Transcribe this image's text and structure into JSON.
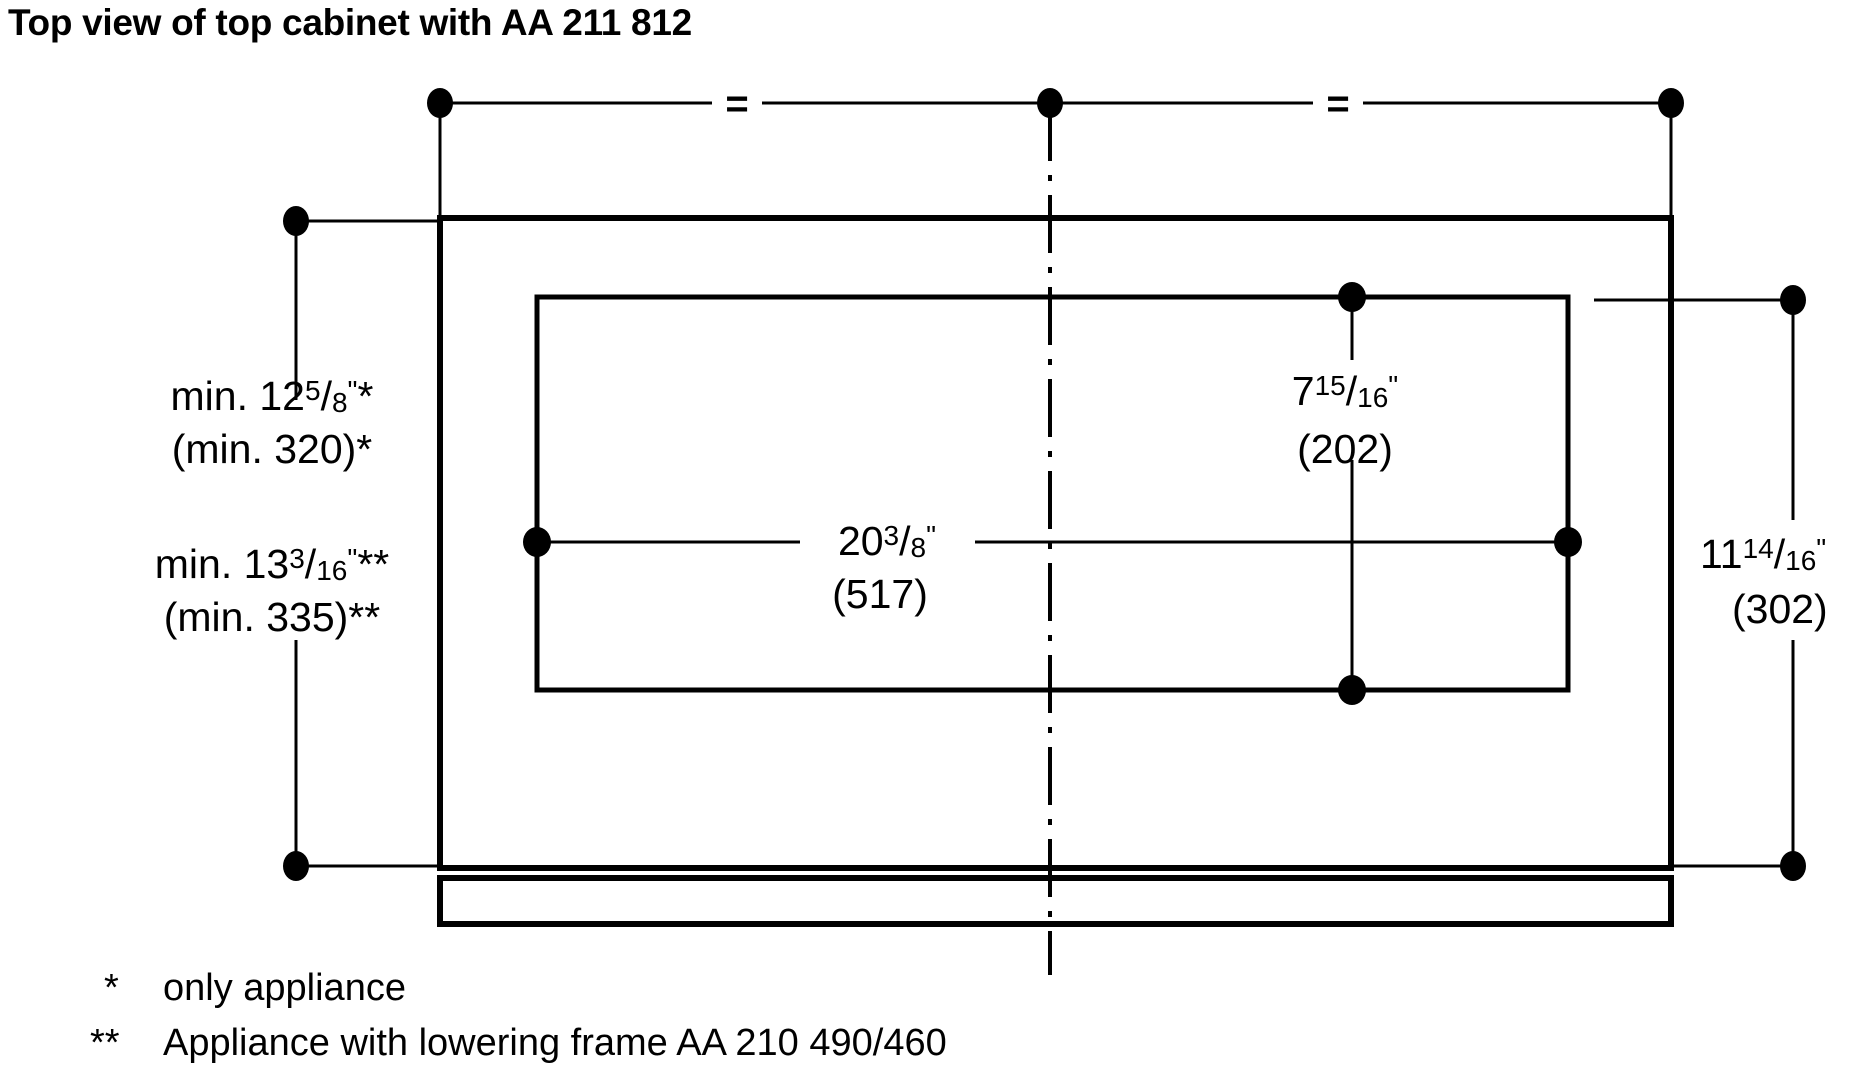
{
  "title": "Top view of top cabinet with AA 211 812",
  "drawing": {
    "type": "technical-dimension-drawing",
    "description": "Top view of top cabinet with cutout, centre line and dimension callouts",
    "equal_marks": [
      "=",
      "="
    ],
    "dimensions": {
      "left_upper": {
        "line1": {
          "prefix": "min. 12",
          "numerator": "5",
          "denominator": "8",
          "unit": "\"",
          "footnote_marker": "*"
        },
        "line2": "(min. 320)*"
      },
      "left_lower": {
        "line1": {
          "prefix": "min. 13",
          "numerator": "3",
          "denominator": "16",
          "unit": "\"",
          "footnote_marker": "**"
        },
        "line2": "(min. 335)**"
      },
      "center_width": {
        "line1": {
          "prefix": "20",
          "numerator": "3",
          "denominator": "8",
          "unit": "\"",
          "footnote_marker": ""
        },
        "line2": "(517)"
      },
      "inner_right": {
        "line1": {
          "prefix": "7",
          "numerator": "15",
          "denominator": "16",
          "unit": "\"",
          "footnote_marker": ""
        },
        "line2": "(202)"
      },
      "right_height": {
        "line1": {
          "prefix": "11",
          "numerator": "14",
          "denominator": "16",
          "unit": "\"",
          "footnote_marker": ""
        },
        "line2": "(302)"
      }
    }
  },
  "footnotes": [
    {
      "marker": "*",
      "text": "only appliance"
    },
    {
      "marker": "**",
      "text": "Appliance with lowering frame AA 210 490/460"
    }
  ],
  "colors": {
    "ink": "#000000",
    "background": "#ffffff"
  }
}
